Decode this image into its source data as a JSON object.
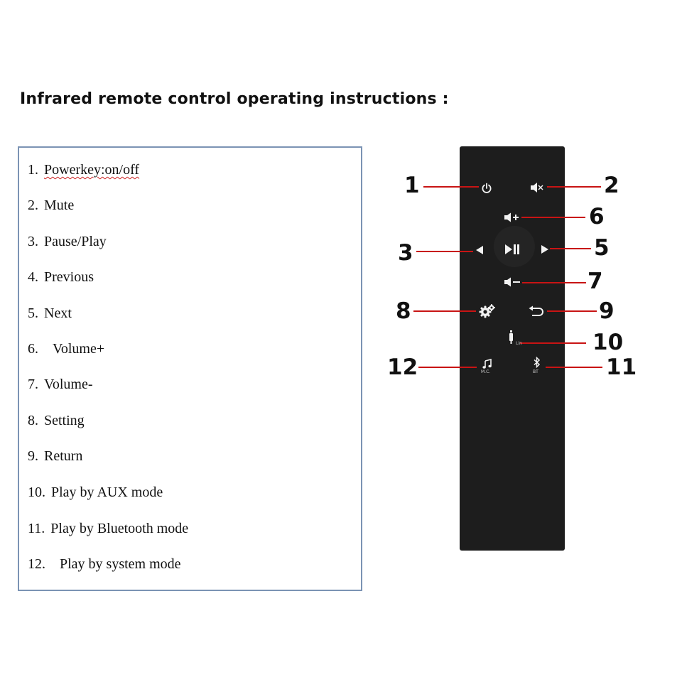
{
  "title": "Infrared remote control operating instructions :",
  "instructions": [
    {
      "num": "1.",
      "text": "Powerkey:on/off"
    },
    {
      "num": "2.",
      "text": "Mute"
    },
    {
      "num": "3.",
      "text": "Pause/Play"
    },
    {
      "num": "4.",
      "text": "Previous"
    },
    {
      "num": "5.",
      "text": "Next"
    },
    {
      "num": "6.",
      "text": "Volume+"
    },
    {
      "num": "7.",
      "text": "Volume-"
    },
    {
      "num": "8.",
      "text": "Setting"
    },
    {
      "num": "9.",
      "text": "Return"
    },
    {
      "num": "10.",
      "text": "Play by AUX mode"
    },
    {
      "num": "11.",
      "text": "Play by Bluetooth mode"
    },
    {
      "num": "12.",
      "text": "Play by system mode"
    }
  ],
  "remote": {
    "buttons": [
      {
        "id": 1,
        "icon": "power-icon"
      },
      {
        "id": 2,
        "icon": "mute-icon"
      },
      {
        "id": 3,
        "icon": "triangle-left-icon"
      },
      {
        "id": 4,
        "icon": "play-pause-icon"
      },
      {
        "id": 5,
        "icon": "triangle-right-icon"
      },
      {
        "id": 6,
        "icon": "volume-up-icon"
      },
      {
        "id": 7,
        "icon": "volume-down-icon"
      },
      {
        "id": 8,
        "icon": "gear-icon"
      },
      {
        "id": 9,
        "icon": "return-icon"
      },
      {
        "id": 10,
        "icon": "aux-icon",
        "sub": "Lin"
      },
      {
        "id": 11,
        "icon": "bluetooth-icon",
        "sub": "BT"
      },
      {
        "id": 12,
        "icon": "music-note-icon",
        "sub": "M.C."
      }
    ],
    "callouts": [
      "1",
      "2",
      "3",
      "5",
      "6",
      "7",
      "8",
      "9",
      "10",
      "11",
      "12"
    ]
  },
  "colors": {
    "remote_body": "#1d1d1d",
    "callout_line": "#c81414",
    "list_border": "#7b93b4",
    "spellcheck_underline": "#cc2222"
  }
}
